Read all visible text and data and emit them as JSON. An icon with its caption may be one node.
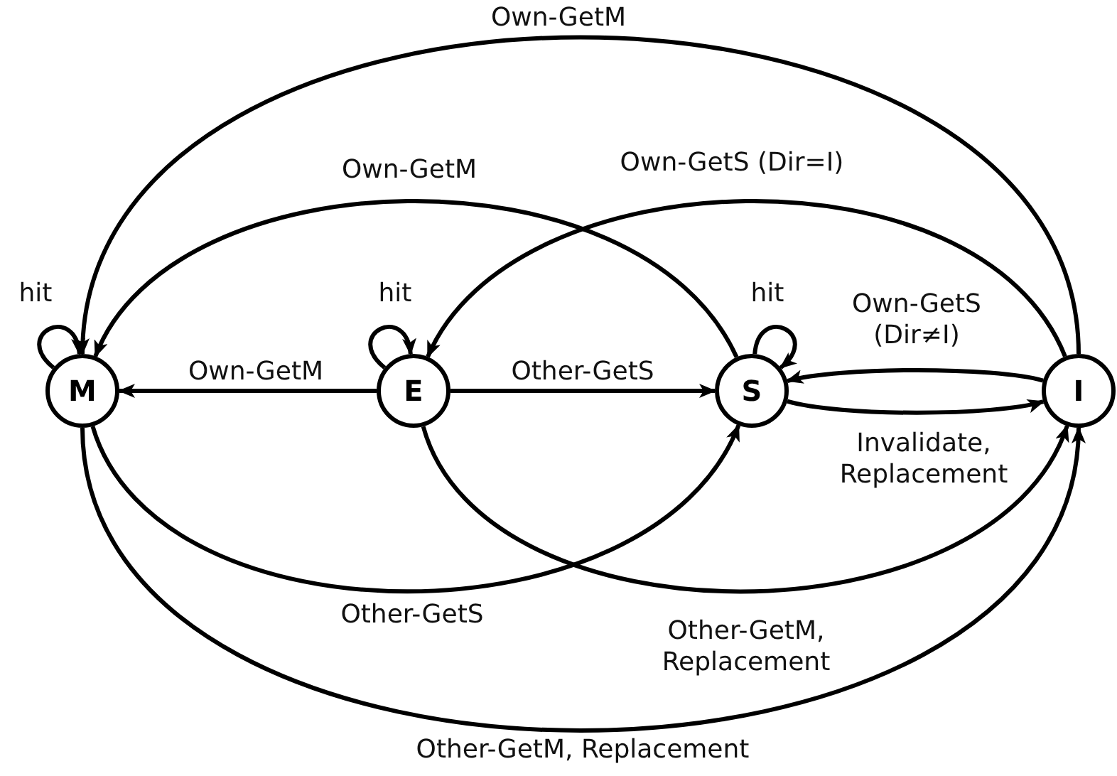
{
  "diagram": {
    "nodes": [
      {
        "text": [
          "M"
        ]
      },
      {
        "text": [
          "E"
        ]
      },
      {
        "text": [
          "S"
        ]
      },
      {
        "text": [
          "I"
        ]
      }
    ],
    "edges": [
      {
        "from": 0,
        "to": 0,
        "arrow": "to",
        "label": "hit"
      },
      {
        "from": 1,
        "to": 1,
        "arrow": "to",
        "label": "hit"
      },
      {
        "from": 2,
        "to": 2,
        "arrow": "to",
        "label": "hit"
      },
      {
        "from": 1,
        "to": 0,
        "arrow": "to",
        "label": "Own-GetM"
      },
      {
        "from": 1,
        "to": 2,
        "arrow": "to",
        "label": "Other-GetS"
      },
      {
        "from": 3,
        "to": 2,
        "arrow": "to",
        "label": "Own-GetS (Dir≠I)"
      },
      {
        "from": 2,
        "to": 3,
        "arrow": "to",
        "label": "Invalidate, Replacement"
      },
      {
        "from": 3,
        "to": 0,
        "arrow": "to",
        "label": "Own-GetM"
      },
      {
        "from": 2,
        "to": 0,
        "arrow": "to",
        "label": "Own-GetM"
      },
      {
        "from": 3,
        "to": 1,
        "arrow": "to",
        "label": "Own-GetS (Dir=I)"
      },
      {
        "from": 0,
        "to": 2,
        "arrow": "to",
        "label": "Other-GetS"
      },
      {
        "from": 1,
        "to": 3,
        "arrow": "to",
        "label": "Other-GetM, Replacement"
      },
      {
        "from": 0,
        "to": 3,
        "arrow": "to",
        "label": "Other-GetM, Replacement"
      }
    ]
  }
}
